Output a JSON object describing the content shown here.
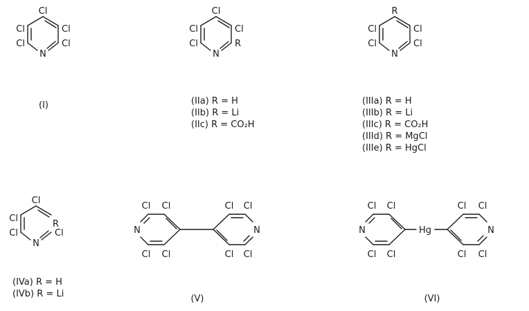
{
  "structures": [
    {
      "id": "I",
      "label": "(I)",
      "atoms": {
        "top": "Cl",
        "upper_left": "Cl",
        "upper_right": "Cl",
        "lower_left": "Cl",
        "lower_right": "Cl",
        "nitrogen": "N"
      },
      "variants": []
    },
    {
      "id": "II",
      "label": "",
      "atoms": {
        "top": "Cl",
        "upper_left": "Cl",
        "upper_right": "Cl",
        "lower_left": "Cl",
        "lower_right": "R",
        "nitrogen": "N"
      },
      "variants": [
        "(IIa) R = H",
        "(IIb) R = Li",
        "(IIc) R = CO₂H"
      ]
    },
    {
      "id": "III",
      "label": "",
      "atoms": {
        "top": "R",
        "upper_left": "Cl",
        "upper_right": "Cl",
        "lower_left": "Cl",
        "lower_right": "Cl",
        "nitrogen": "N"
      },
      "variants": [
        "(IIIa) R = H",
        "(IIIb) R = Li",
        "(IIIc) R = CO₂H",
        "(IIId) R = MgCl",
        "(IIIe) R = HgCl"
      ]
    },
    {
      "id": "IV",
      "label": "",
      "atoms": {
        "top": "Cl",
        "upper_left": "Cl",
        "upper_right": "R",
        "lower_left": "Cl",
        "lower_right": "Cl",
        "nitrogen": "N"
      },
      "variants": [
        "(IVa) R = H",
        "(IVb) R = Li"
      ]
    },
    {
      "id": "V",
      "label": "(V)",
      "bridge": "",
      "left_ring": {
        "nitrogen": "N",
        "top_left": "Cl",
        "top_right": "Cl",
        "bottom_left": "Cl",
        "bottom_right": "Cl"
      },
      "right_ring": {
        "nitrogen": "N",
        "top_left": "Cl",
        "top_right": "Cl",
        "bottom_left": "Cl",
        "bottom_right": "Cl"
      }
    },
    {
      "id": "VI",
      "label": "(VI)",
      "bridge": "Hg",
      "left_ring": {
        "nitrogen": "N",
        "top_left": "Cl",
        "top_right": "Cl",
        "bottom_left": "Cl",
        "bottom_right": "Cl"
      },
      "right_ring": {
        "nitrogen": "N",
        "top_left": "Cl",
        "top_right": "Cl",
        "bottom_left": "Cl",
        "bottom_right": "Cl"
      }
    }
  ]
}
